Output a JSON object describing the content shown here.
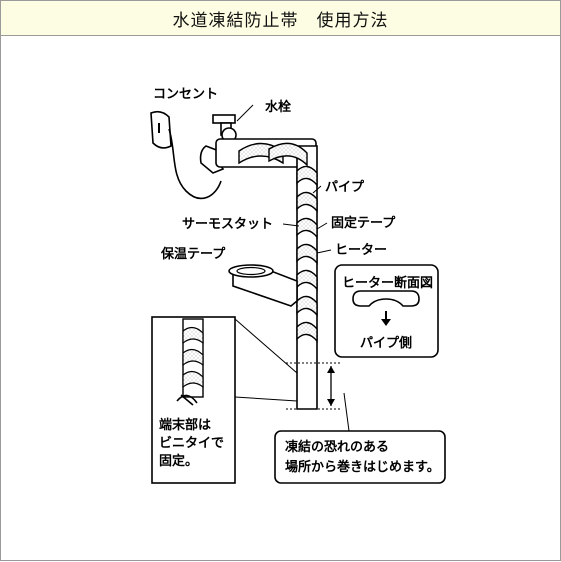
{
  "page": {
    "title": "水道凍結防止帯　使用方法"
  },
  "diagram": {
    "labels": {
      "outlet": "コンセント",
      "faucet": "水栓",
      "pipe": "パイプ",
      "thermostat": "サーモスタット",
      "fixing_tape": "固定テープ",
      "heater": "ヒーター",
      "insulation_tape": "保温テープ",
      "cross_section_title": "ヒーター断面図",
      "pipe_side": "パイプ側"
    },
    "inset_note": [
      "端末部は",
      "ビニタイで",
      "固定。"
    ],
    "callout_note": [
      "凍結の恐れのある",
      "場所から巻きはじめます。"
    ]
  }
}
